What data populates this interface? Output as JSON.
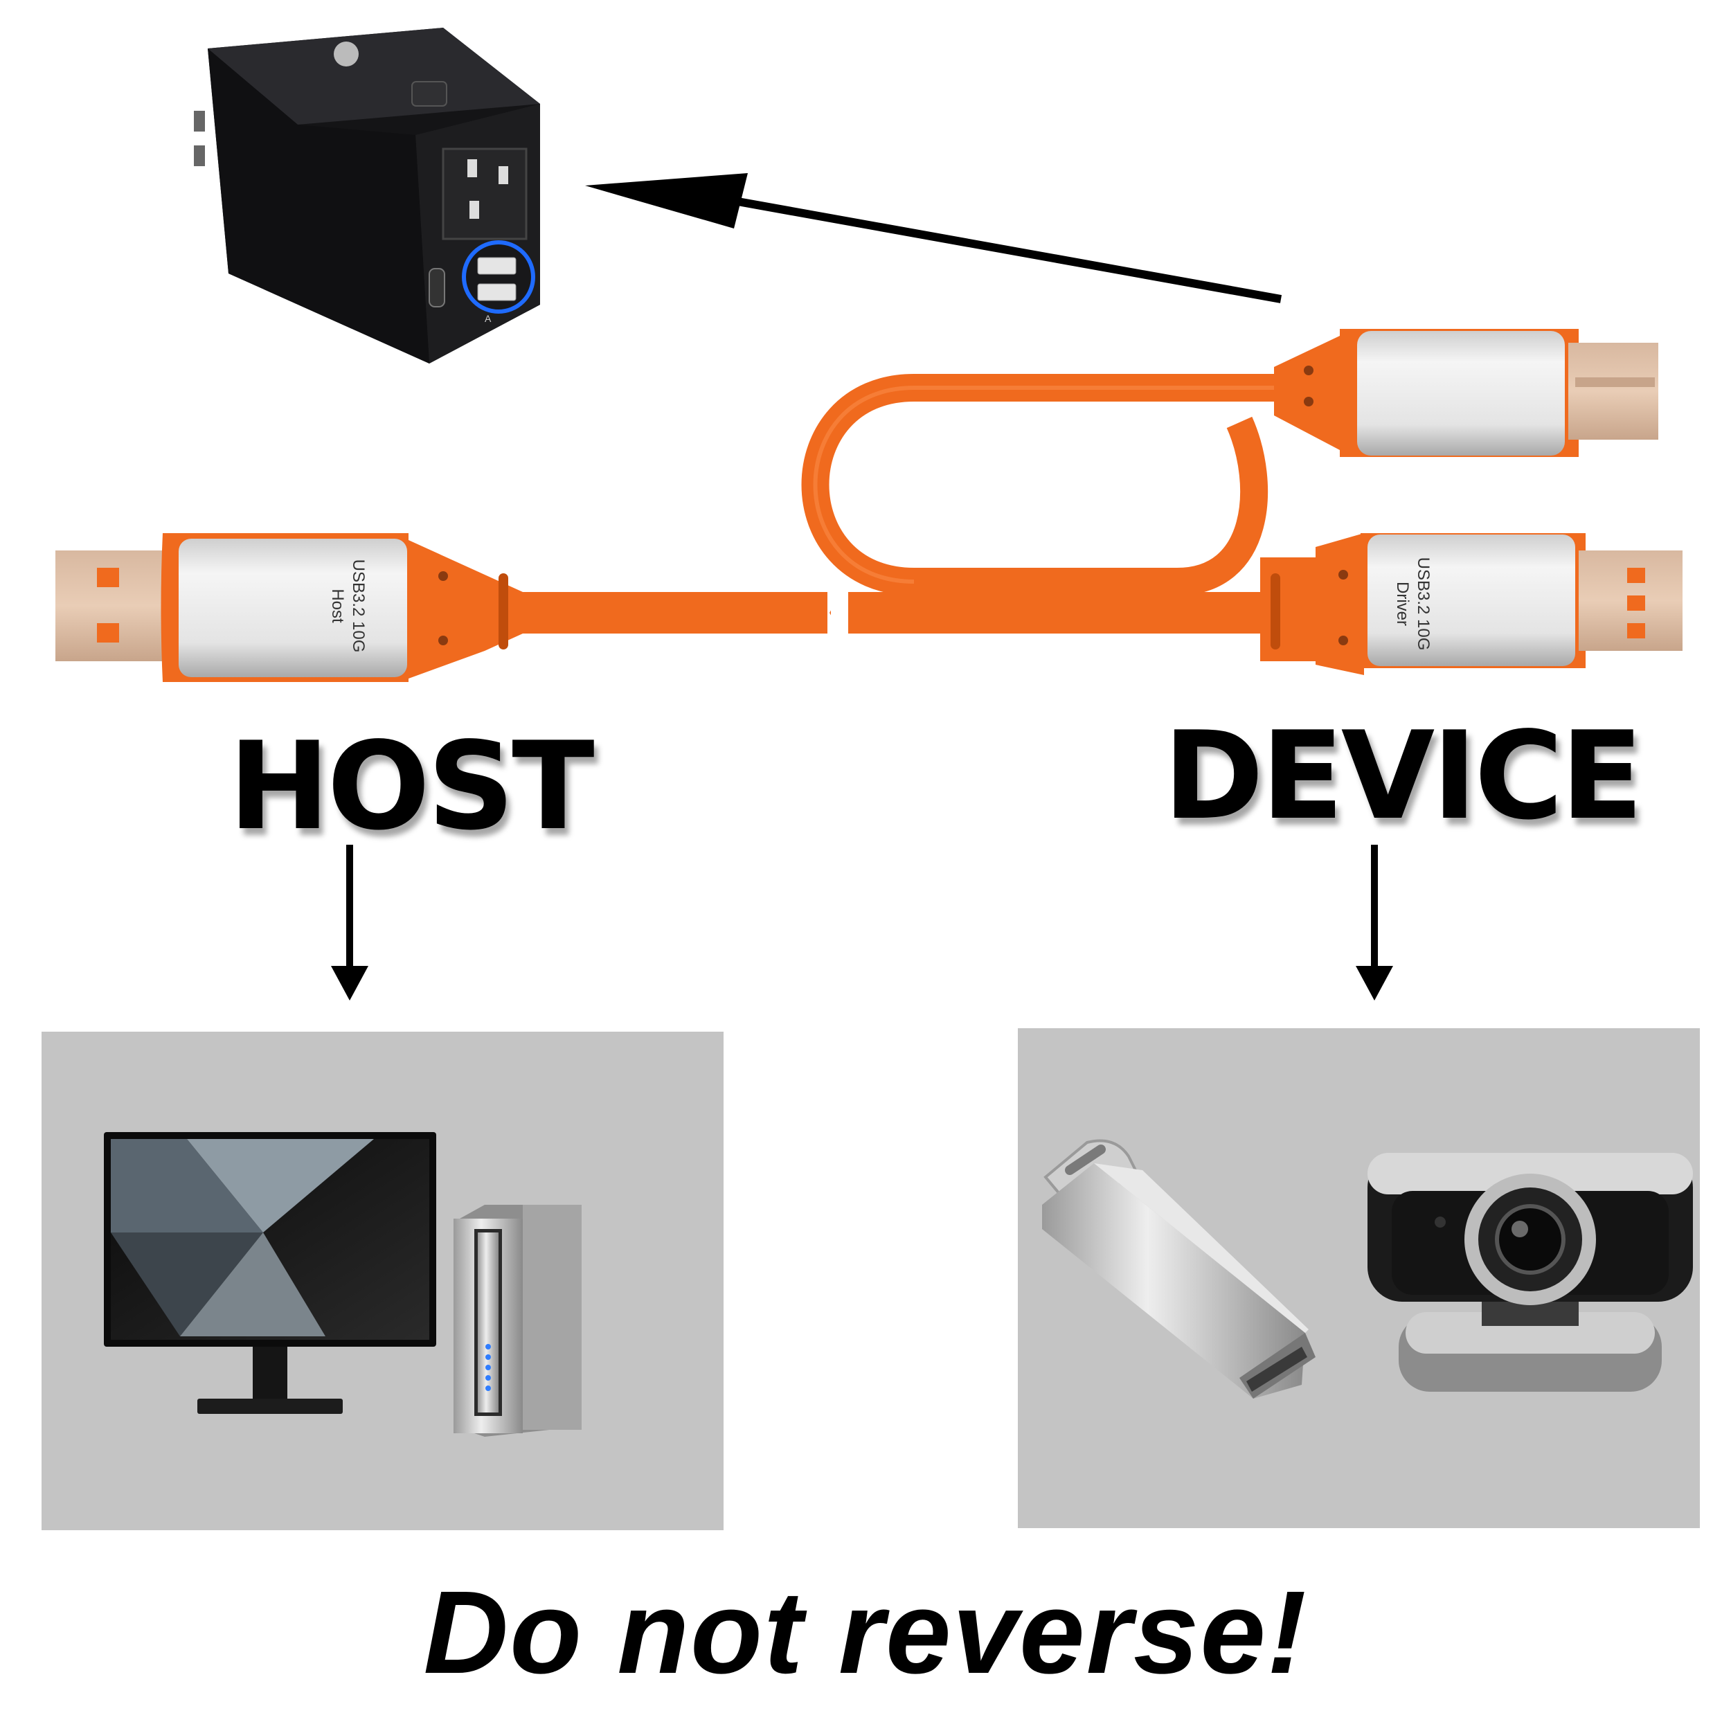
{
  "labels": {
    "host": "HOST",
    "device": "DEVICE",
    "warning": "Do not reverse!"
  },
  "plugs": {
    "host": {
      "line1": "USB3.2 10G",
      "line2": "Host"
    },
    "driver": {
      "line1": "USB3.2 10G",
      "line2": "Driver"
    }
  },
  "charger": {
    "port_label": "A"
  },
  "colors": {
    "cable": "#f06a1e",
    "plug_body": "#e6e6e6",
    "charger": "#1d1d1f",
    "panel": "#c4c4c4",
    "led": "#2f7dff"
  },
  "icons": [
    "wall-charger-icon",
    "usb-plug-icon",
    "monitor-icon",
    "pc-tower-icon",
    "usb-flash-drive-icon",
    "webcam-icon",
    "arrow-icon"
  ]
}
